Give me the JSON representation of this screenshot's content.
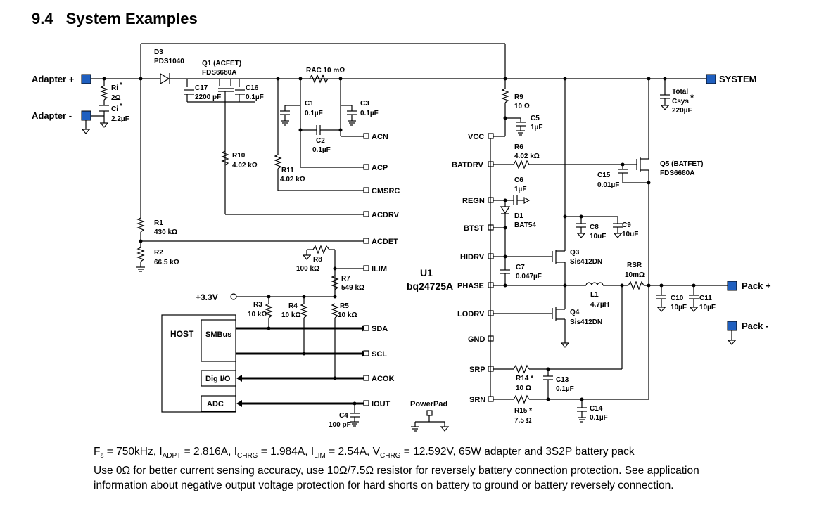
{
  "section": {
    "number": "9.4",
    "title": "System Examples"
  },
  "ports": {
    "adapter_plus": "Adapter +",
    "adapter_minus": "Adapter -",
    "system": "SYSTEM",
    "pack_plus": "Pack +",
    "pack_minus": "Pack -",
    "v33": "+3.3V"
  },
  "chip": {
    "name": "U1",
    "part": "bq24725A",
    "powerpad": "PowerPad"
  },
  "pins": {
    "acn": "ACN",
    "acp": "ACP",
    "cmsrc": "CMSRC",
    "acdrv": "ACDRV",
    "acdet": "ACDET",
    "ilim": "ILIM",
    "sda": "SDA",
    "scl": "SCL",
    "acok": "ACOK",
    "iout": "IOUT",
    "vcc": "VCC",
    "batdrv": "BATDRV",
    "regn": "REGN",
    "btst": "BTST",
    "hidrv": "HIDRV",
    "phase": "PHASE",
    "lodrv": "LODRV",
    "gnd": "GND",
    "srp": "SRP",
    "srn": "SRN"
  },
  "host": {
    "label": "HOST",
    "smbus": "SMBus",
    "digio": "Dig I/O",
    "adc": "ADC"
  },
  "components": {
    "d3_name": "D3",
    "d3_part": "PDS1040",
    "q1_name": "Q1 (ACFET)",
    "q1_part": "FDS6680A",
    "c17_name": "C17",
    "c17_val": "2200 pF",
    "c16_name": "C16",
    "c16_val": "0.1µF",
    "rac": "RAC  10 mΩ",
    "ri_name": "Ri",
    "ri_val": "2Ω",
    "ci_name": "Ci",
    "ci_val": "2.2µF",
    "star": "*",
    "c1_name": "C1",
    "c1_val": "0.1µF",
    "c3_name": "C3",
    "c3_val": "0.1µF",
    "c2_name": "C2",
    "c2_val": "0.1µF",
    "r10_name": "R10",
    "r10_val": "4.02 kΩ",
    "r11_name": "R11",
    "r11_val": "4.02 kΩ",
    "r1_name": "R1",
    "r1_val": "430 kΩ",
    "r2_name": "R2",
    "r2_val": "66.5 kΩ",
    "r8_name": "R8",
    "r8_val": "100 kΩ",
    "r7_name": "R7",
    "r7_val": "549 kΩ",
    "r3_name": "R3",
    "r3_val": "10 kΩ",
    "r4_name": "R4",
    "r4_val": "10 kΩ",
    "r5_name": "R5",
    "r5_val": "10 kΩ",
    "c4_name": "C4",
    "c4_val": "100 pF",
    "r9_name": "R9",
    "r9_val": "10 Ω",
    "c5_name": "C5",
    "c5_val": "1µF",
    "r6_name": "R6",
    "r6_val": "4.02 kΩ",
    "c6_name": "C6",
    "c6_val": "1µF",
    "d1_name": "D1",
    "d1_part": "BAT54",
    "c7_name": "C7",
    "c7_val": "0.047µF",
    "q5_name": "Q5 (BATFET)",
    "q5_part": "FDS6680A",
    "c15_name": "C15",
    "c15_val": "0.01µF",
    "csys_total": "Total",
    "csys_name": "Csys",
    "csys_val": "220µF",
    "c8_name": "C8",
    "c8_val": "10uF",
    "c9_name": "C9",
    "c9_val": "10uF",
    "q3_name": "Q3",
    "q3_part": "Sis412DN",
    "q4_name": "Q4",
    "q4_part": "Sis412DN",
    "l1_name": "L1",
    "l1_val": "4.7µH",
    "rsr_name": "RSR",
    "rsr_val": "10mΩ",
    "c10_name": "C10",
    "c10_val": "10µF",
    "c11_name": "C11",
    "c11_val": "10µF",
    "r14_name": "R14 *",
    "r14_val": "10 Ω",
    "c13_name": "C13",
    "c13_val": "0.1µF",
    "r15_name": "R15 *",
    "r15_val": "7.5 Ω",
    "c14_name": "C14",
    "c14_val": "0.1µF"
  },
  "notes": {
    "line1": {
      "fs": "F",
      "fs_sub": "s",
      "fs_val": " = 750kHz, ",
      "iadpt": "I",
      "iadpt_sub": "ADPT",
      "iadpt_val": " = 2.816A, ",
      "ichrg": "I",
      "ichrg_sub": "CHRG",
      "ichrg_val": " = 1.984A, ",
      "ilim": "I",
      "ilim_sub": "LIM",
      "ilim_val": " = 2.54A, ",
      "vchrg": "V",
      "vchrg_sub": "CHRG",
      "vchrg_val": " = 12.592V, 65W adapter and 3S2P battery pack"
    },
    "line2": "Use 0Ω for better current sensing accuracy, use 10Ω/7.5Ω resistor for reversely battery connection protection. See application information about negative output voltage protection for hard shorts on battery to ground or battery reversely connection."
  }
}
